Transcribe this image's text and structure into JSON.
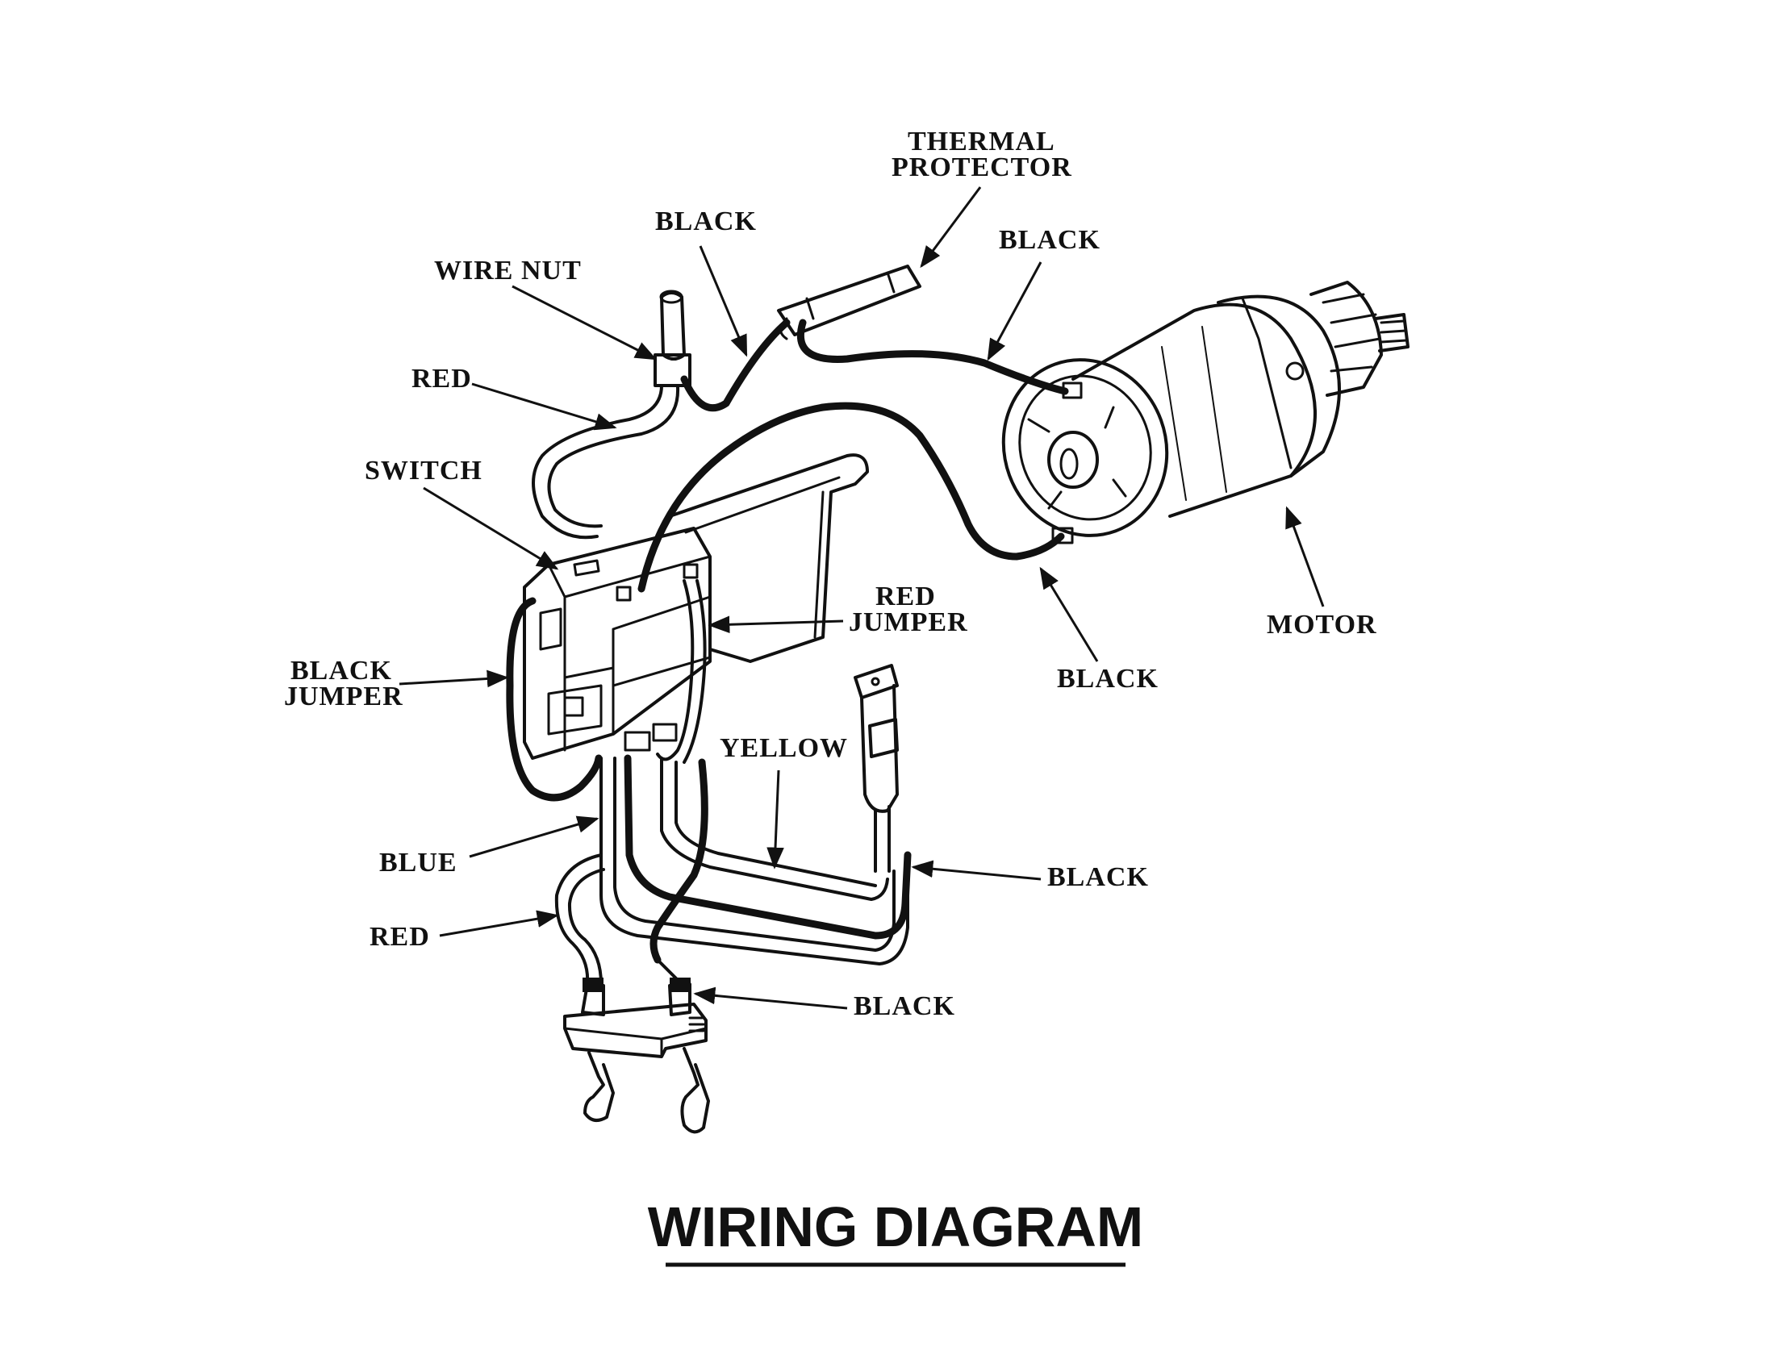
{
  "title": "WIRING DIAGRAM",
  "labels": {
    "thermal_protector_line1": "THERMAL",
    "thermal_protector_line2": "PROTECTOR",
    "black_top": "BLACK",
    "black_thermal_right": "BLACK",
    "wire_nut": "WIRE NUT",
    "red_top": "RED",
    "switch": "SWITCH",
    "red_jumper_line1": "RED",
    "red_jumper_line2": "JUMPER",
    "black_jumper_line1": "BLACK",
    "black_jumper_line2": "JUMPER",
    "motor": "MOTOR",
    "black_motor": "BLACK",
    "yellow": "YELLOW",
    "blue": "BLUE",
    "black_right": "BLACK",
    "red_bottom": "RED",
    "black_bottom": "BLACK"
  },
  "colors": {
    "ink": "#111111",
    "background": "#ffffff"
  }
}
